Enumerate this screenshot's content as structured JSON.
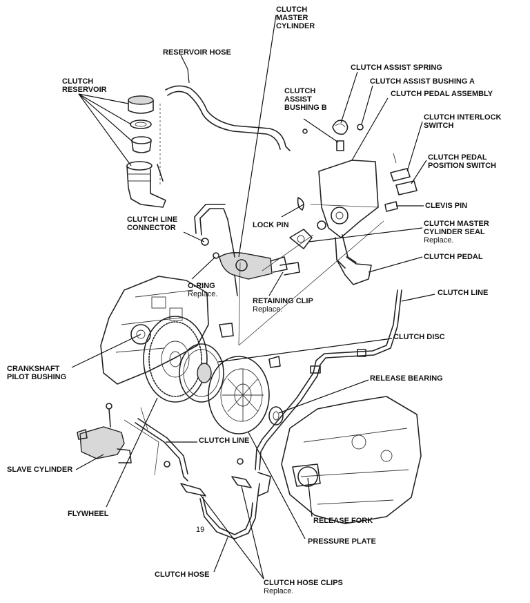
{
  "page_number": "19",
  "labels": {
    "clutch_master_cylinder": [
      "CLUTCH",
      "MASTER",
      "CYLINDER"
    ],
    "reservoir_hose": "RESERVOIR HOSE",
    "clutch_reservoir": [
      "CLUTCH",
      "RESERVOIR"
    ],
    "clutch_assist_spring": "CLUTCH ASSIST SPRING",
    "clutch_assist_bushing_a": "CLUTCH ASSIST BUSHING A",
    "clutch_assist_bushing_b": [
      "CLUTCH",
      "ASSIST",
      "BUSHING B"
    ],
    "clutch_pedal_assembly": "CLUTCH PEDAL ASSEMBLY",
    "clutch_interlock_switch": [
      "CLUTCH INTERLOCK",
      "SWITCH"
    ],
    "clutch_pedal_position_switch": [
      "CLUTCH PEDAL",
      "POSITION SWITCH"
    ],
    "clevis_pin": "CLEVIS PIN",
    "clutch_line_connector": [
      "CLUTCH LINE",
      "CONNECTOR"
    ],
    "lock_pin": "LOCK PIN",
    "clutch_master_cylinder_seal": [
      "CLUTCH MASTER",
      "CYLINDER SEAL"
    ],
    "clutch_master_cylinder_seal_note": "Replace.",
    "clutch_pedal": "CLUTCH PEDAL",
    "o_ring": "O-RING",
    "o_ring_note": "Replace.",
    "retaining_clip": "RETAINING CLIP",
    "retaining_clip_note": "Replace.",
    "clutch_line_top": "CLUTCH LINE",
    "clutch_disc": "CLUTCH DISC",
    "crankshaft_pilot_bushing": [
      "CRANKSHAFT",
      "PILOT BUSHING"
    ],
    "release_bearing": "RELEASE BEARING",
    "clutch_line_bottom": "CLUTCH LINE",
    "slave_cylinder": "SLAVE CYLINDER",
    "flywheel": "FLYWHEEL",
    "release_fork": "RELEASE FORK",
    "pressure_plate": "PRESSURE PLATE",
    "clutch_hose": "CLUTCH HOSE",
    "clutch_hose_clips": "CLUTCH HOSE CLIPS",
    "clutch_hose_clips_note": "Replace."
  }
}
